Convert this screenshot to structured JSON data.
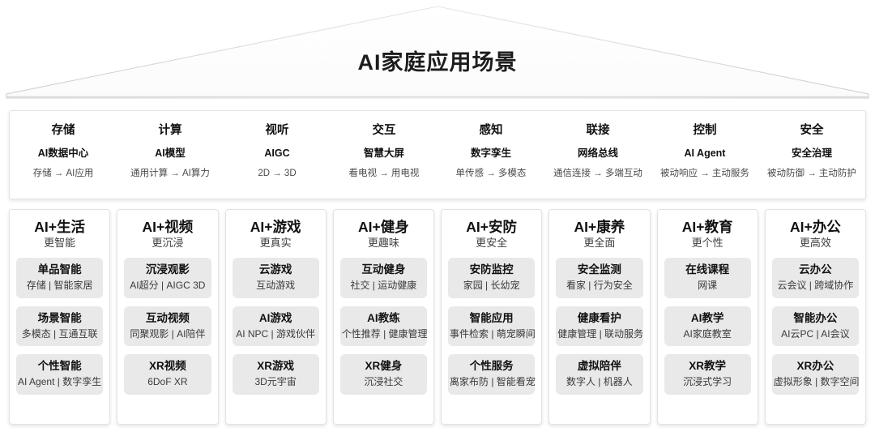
{
  "banner": {
    "title": "AI家庭应用场景",
    "shape": "chevron-trapezoid",
    "fill": "#ffffff",
    "stroke": "#dcdcdc"
  },
  "capabilities": {
    "columns": [
      {
        "title": "存储",
        "subtitle": "AI数据中心",
        "flow": "存储 → AI应用"
      },
      {
        "title": "计算",
        "subtitle": "AI模型",
        "flow": "通用计算 → AI算力"
      },
      {
        "title": "视听",
        "subtitle": "AIGC",
        "flow": "2D → 3D"
      },
      {
        "title": "交互",
        "subtitle": "智慧大屏",
        "flow": "看电视 → 用电视"
      },
      {
        "title": "感知",
        "subtitle": "数字孪生",
        "flow": "单传感 → 多模态"
      },
      {
        "title": "联接",
        "subtitle": "网络总线",
        "flow": "通信连接 → 多端互动"
      },
      {
        "title": "控制",
        "subtitle": "AI Agent",
        "flow": "被动响应 → 主动服务"
      },
      {
        "title": "安全",
        "subtitle": "安全治理",
        "flow": "被动防御 → 主动防护"
      }
    ]
  },
  "scenarios": {
    "cards": [
      {
        "title": "AI+生活",
        "subtitle": "更智能",
        "items": [
          {
            "name": "单品智能",
            "desc": "存储 | 智能家居"
          },
          {
            "name": "场景智能",
            "desc": "多模态 | 互通互联"
          },
          {
            "name": "个性智能",
            "desc": "AI Agent | 数字孪生"
          }
        ]
      },
      {
        "title": "AI+视频",
        "subtitle": "更沉浸",
        "items": [
          {
            "name": "沉浸观影",
            "desc": "AI超分 | AIGC 3D"
          },
          {
            "name": "互动视频",
            "desc": "同聚观影 | AI陪伴"
          },
          {
            "name": "XR视频",
            "desc": "6DoF XR"
          }
        ]
      },
      {
        "title": "AI+游戏",
        "subtitle": "更真实",
        "items": [
          {
            "name": "云游戏",
            "desc": "互动游戏"
          },
          {
            "name": "AI游戏",
            "desc": "AI NPC | 游戏伙伴"
          },
          {
            "name": "XR游戏",
            "desc": "3D元宇宙"
          }
        ]
      },
      {
        "title": "AI+健身",
        "subtitle": "更趣味",
        "items": [
          {
            "name": "互动健身",
            "desc": "社交 | 运动健康"
          },
          {
            "name": "AI教练",
            "desc": "个性推荐 | 健康管理"
          },
          {
            "name": "XR健身",
            "desc": "沉浸社交"
          }
        ]
      },
      {
        "title": "AI+安防",
        "subtitle": "更安全",
        "items": [
          {
            "name": "安防监控",
            "desc": "家园 | 长幼宠"
          },
          {
            "name": "智能应用",
            "desc": "事件检索 | 萌宠瞬间"
          },
          {
            "name": "个性服务",
            "desc": "离家布防 | 智能看宠"
          }
        ]
      },
      {
        "title": "AI+康养",
        "subtitle": "更全面",
        "items": [
          {
            "name": "安全监测",
            "desc": "看家 | 行为安全"
          },
          {
            "name": "健康看护",
            "desc": "健康管理 | 联动服务"
          },
          {
            "name": "虚拟陪伴",
            "desc": "数字人 | 机器人"
          }
        ]
      },
      {
        "title": "AI+教育",
        "subtitle": "更个性",
        "items": [
          {
            "name": "在线课程",
            "desc": "网课"
          },
          {
            "name": "AI教学",
            "desc": "AI家庭教室"
          },
          {
            "name": "XR教学",
            "desc": "沉浸式学习"
          }
        ]
      },
      {
        "title": "AI+办公",
        "subtitle": "更高效",
        "items": [
          {
            "name": "云办公",
            "desc": "云会议 | 跨域协作"
          },
          {
            "name": "智能办公",
            "desc": "AI云PC | AI会议"
          },
          {
            "name": "XR办公",
            "desc": "虚拟形象 | 数字空间"
          }
        ]
      }
    ]
  }
}
